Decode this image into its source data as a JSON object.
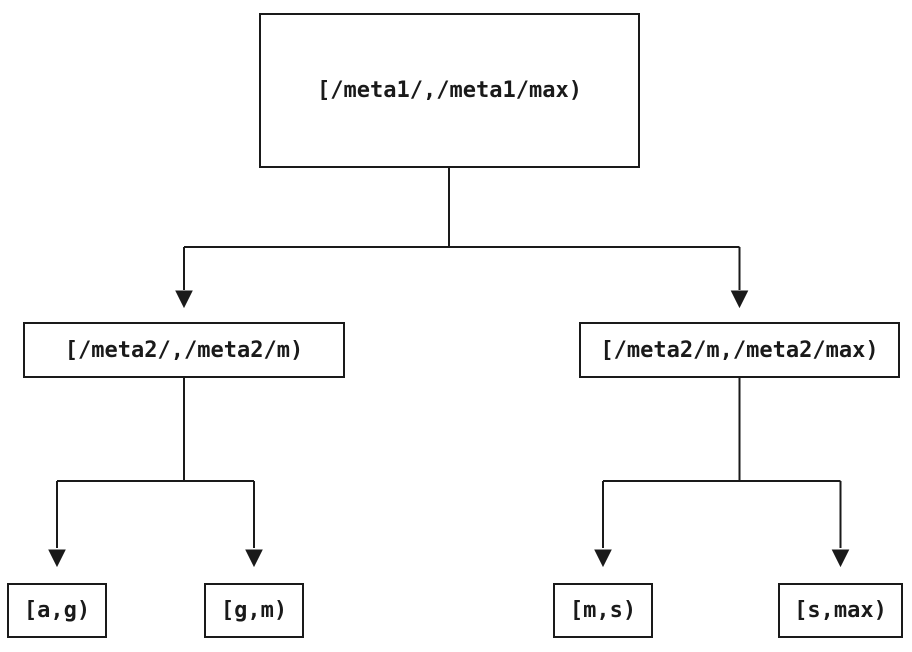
{
  "diagram": {
    "type": "tree",
    "nodes": {
      "root": {
        "id": "root",
        "label": "[/meta1/,/meta1/max)"
      },
      "mid_left": {
        "id": "mid_left",
        "label": "[/meta2/,/meta2/m)"
      },
      "mid_right": {
        "id": "mid_right",
        "label": "[/meta2/m,/meta2/max)"
      },
      "leaf_1": {
        "id": "leaf_1",
        "label": "[a,g)"
      },
      "leaf_2": {
        "id": "leaf_2",
        "label": "[g,m)"
      },
      "leaf_3": {
        "id": "leaf_3",
        "label": "[m,s)"
      },
      "leaf_4": {
        "id": "leaf_4",
        "label": "[s,max)"
      }
    },
    "edges": [
      {
        "from": "root",
        "to": "mid_left",
        "arrow": "down"
      },
      {
        "from": "root",
        "to": "mid_right",
        "arrow": "down"
      },
      {
        "from": "mid_left",
        "to": "leaf_1",
        "arrow": "down"
      },
      {
        "from": "mid_left",
        "to": "leaf_2",
        "arrow": "down"
      },
      {
        "from": "mid_right",
        "to": "leaf_3",
        "arrow": "down"
      },
      {
        "from": "mid_right",
        "to": "leaf_4",
        "arrow": "down"
      }
    ],
    "colors": {
      "background": "#ffffff",
      "line": "#1a1a1a",
      "box_border": "#1a1a1a",
      "text": "#1a1a1a"
    }
  }
}
